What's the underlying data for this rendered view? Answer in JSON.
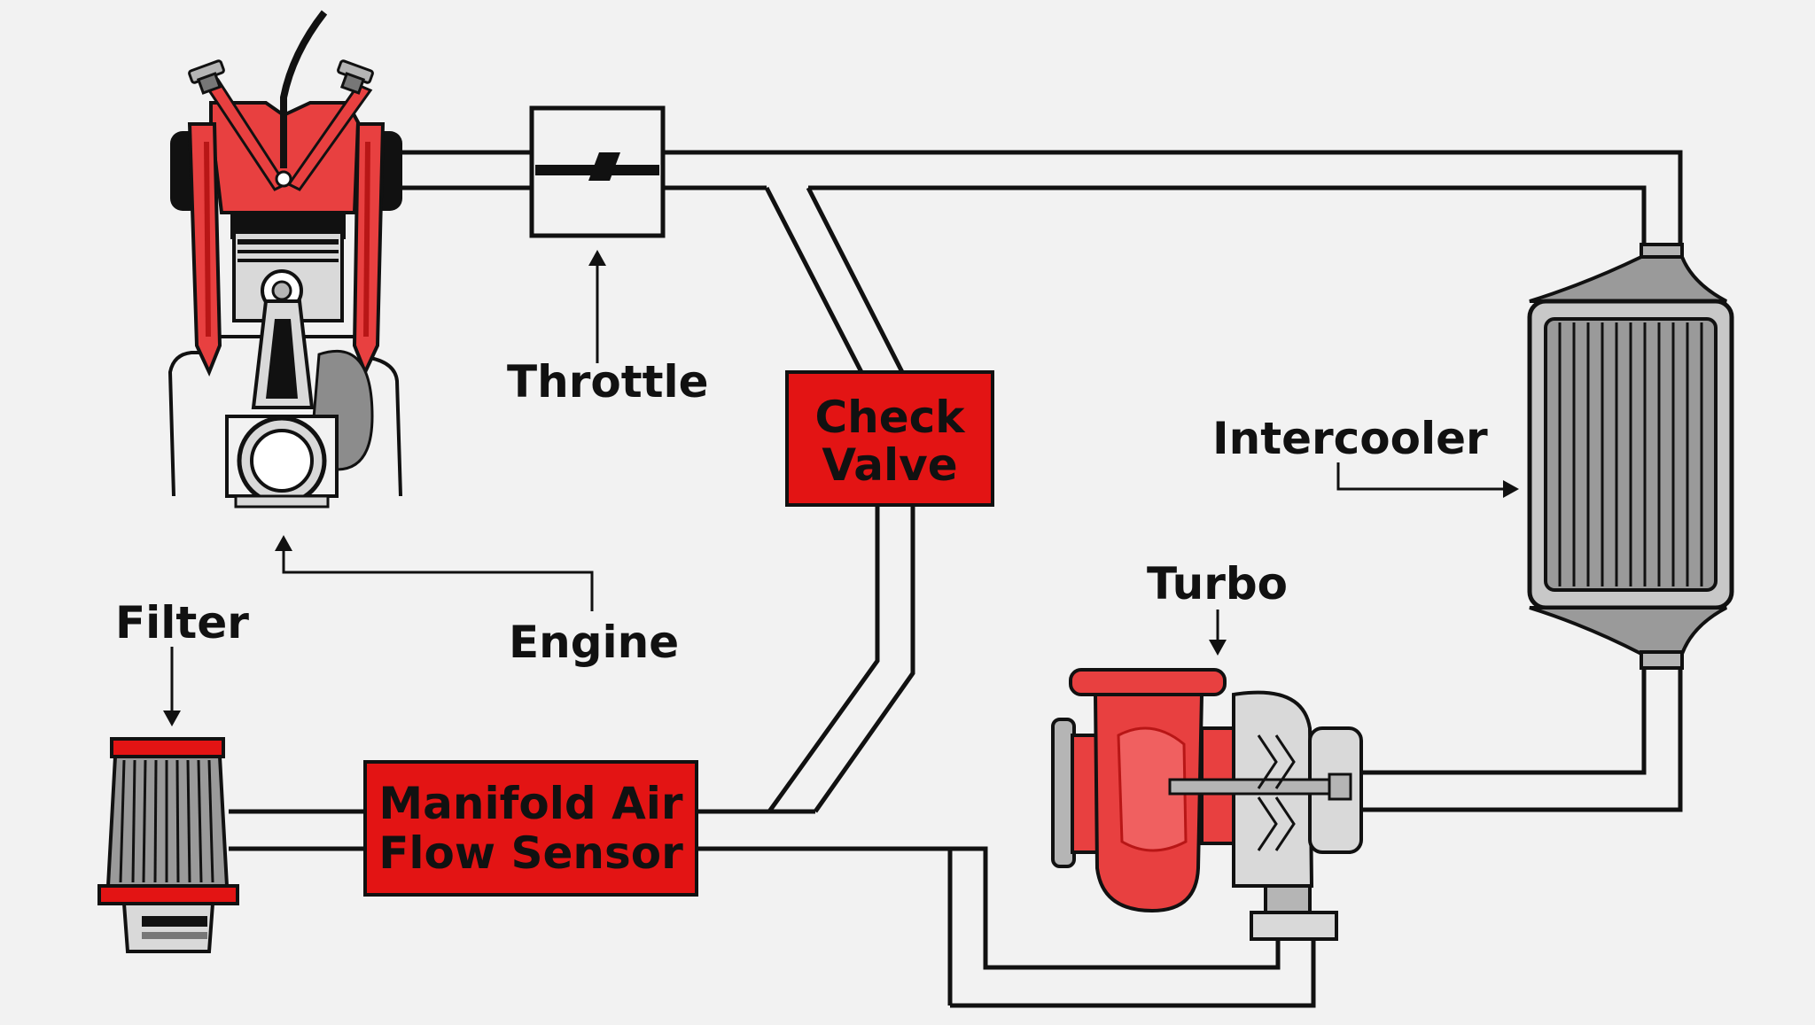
{
  "labels": {
    "throttle": "Throttle",
    "check_valve_line1": "Check",
    "check_valve_line2": "Valve",
    "intercooler": "Intercooler",
    "engine": "Engine",
    "filter": "Filter",
    "turbo": "Turbo",
    "maf_line1": "Manifold Air",
    "maf_line2": "Flow Sensor"
  },
  "colors": {
    "background": "#f2f2f2",
    "accent_red": "#e31414",
    "component_red": "#e84040",
    "dark_red": "#b81616",
    "metal_grey": "#b5b5b5",
    "outline": "#111111"
  }
}
